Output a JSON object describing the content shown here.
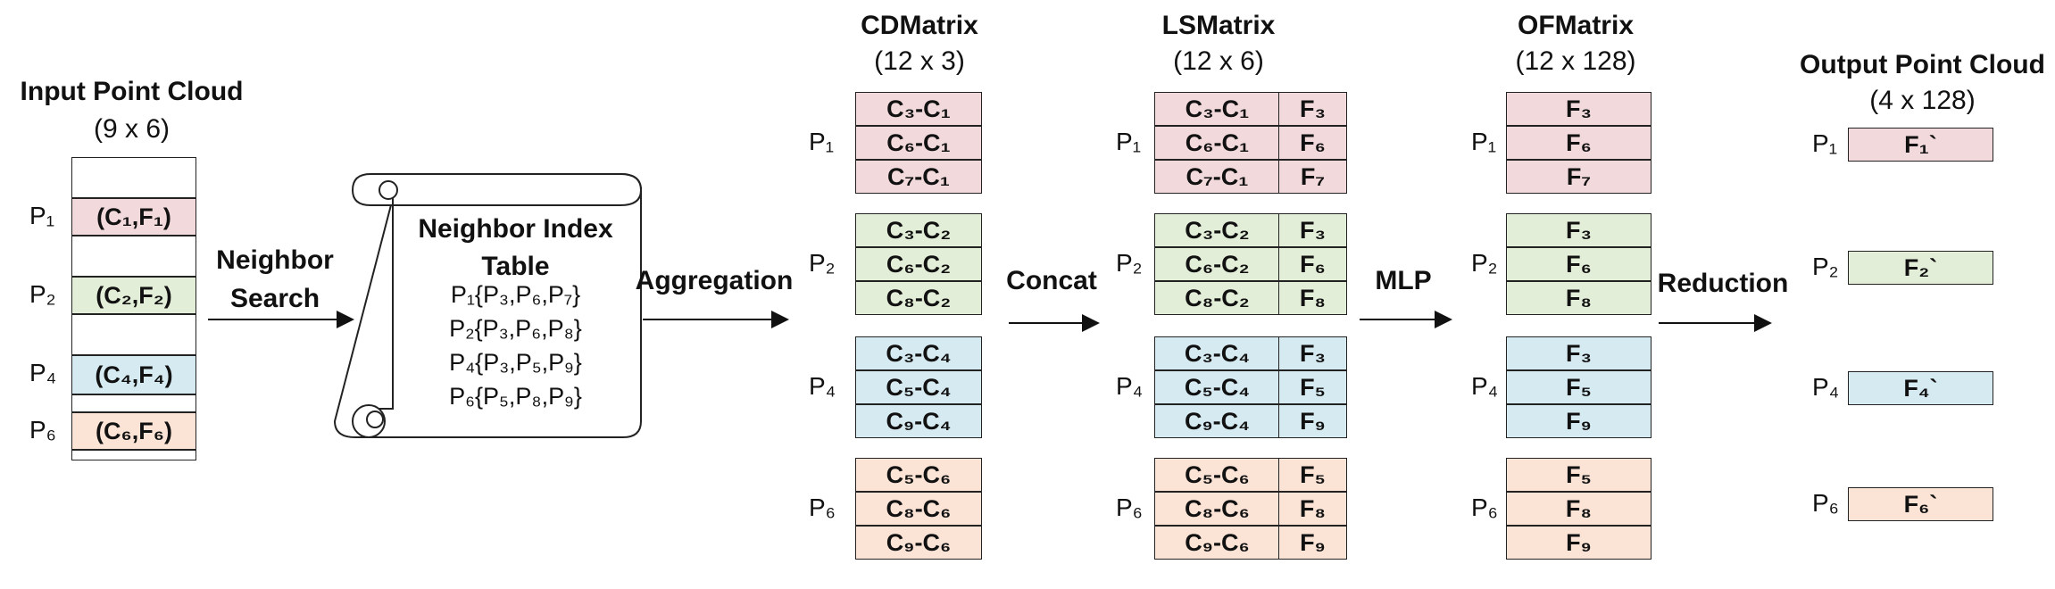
{
  "colors": {
    "p1": "#f2d9dc",
    "p2": "#e3eed8",
    "p4": "#d6eaf1",
    "p6": "#fbe3d6"
  },
  "input": {
    "title": "Input Point Cloud",
    "dims": "(9 x 6)",
    "rows": [
      {
        "point": "P₁",
        "cell": "(C₁,F₁)"
      },
      {
        "point": "P₂",
        "cell": "(C₂,F₂)"
      },
      {
        "point": "P₄",
        "cell": "(C₄,F₄)"
      },
      {
        "point": "P₆",
        "cell": "(C₆,F₆)"
      }
    ]
  },
  "ops": {
    "neighbor_search_1": "Neighbor",
    "neighbor_search_2": "Search",
    "aggregation": "Aggregation",
    "concat": "Concat",
    "mlp": "MLP",
    "reduction": "Reduction"
  },
  "scroll": {
    "title_1": "Neighbor Index",
    "title_2": "Table",
    "lines": [
      "P₁{P₃,P₆,P₇}",
      "P₂{P₃,P₆,P₈}",
      "P₄{P₃,P₅,P₉}",
      "P₆{P₅,P₈,P₉}"
    ]
  },
  "cd": {
    "title": "CDMatrix",
    "dims": "(12 x 3)",
    "groups": [
      {
        "point": "P₁",
        "rows": [
          "C₃-C₁",
          "C₆-C₁",
          "C₇-C₁"
        ]
      },
      {
        "point": "P₂",
        "rows": [
          "C₃-C₂",
          "C₆-C₂",
          "C₈-C₂"
        ]
      },
      {
        "point": "P₄",
        "rows": [
          "C₃-C₄",
          "C₅-C₄",
          "C₉-C₄"
        ]
      },
      {
        "point": "P₆",
        "rows": [
          "C₅-C₆",
          "C₈-C₆",
          "C₉-C₆"
        ]
      }
    ]
  },
  "ls": {
    "title": "LSMatrix",
    "dims": "(12 x 6)",
    "groups": [
      {
        "point": "P₁",
        "rows": [
          [
            "C₃-C₁",
            "F₃"
          ],
          [
            "C₆-C₁",
            "F₆"
          ],
          [
            "C₇-C₁",
            "F₇"
          ]
        ]
      },
      {
        "point": "P₂",
        "rows": [
          [
            "C₃-C₂",
            "F₃"
          ],
          [
            "C₆-C₂",
            "F₆"
          ],
          [
            "C₈-C₂",
            "F₈"
          ]
        ]
      },
      {
        "point": "P₄",
        "rows": [
          [
            "C₃-C₄",
            "F₃"
          ],
          [
            "C₅-C₄",
            "F₅"
          ],
          [
            "C₉-C₄",
            "F₉"
          ]
        ]
      },
      {
        "point": "P₆",
        "rows": [
          [
            "C₅-C₆",
            "F₅"
          ],
          [
            "C₈-C₆",
            "F₈"
          ],
          [
            "C₉-C₆",
            "F₉"
          ]
        ]
      }
    ]
  },
  "of": {
    "title": "OFMatrix",
    "dims": "(12 x 128)",
    "groups": [
      {
        "point": "P₁",
        "rows": [
          "F₃",
          "F₆",
          "F₇"
        ]
      },
      {
        "point": "P₂",
        "rows": [
          "F₃",
          "F₆",
          "F₈"
        ]
      },
      {
        "point": "P₄",
        "rows": [
          "F₃",
          "F₅",
          "F₉"
        ]
      },
      {
        "point": "P₆",
        "rows": [
          "F₅",
          "F₈",
          "F₉"
        ]
      }
    ]
  },
  "output": {
    "title": "Output Point Cloud",
    "dims": "(4 x 128)",
    "rows": [
      {
        "point": "P₁",
        "cell": "F₁`"
      },
      {
        "point": "P₂",
        "cell": "F₂`"
      },
      {
        "point": "P₄",
        "cell": "F₄`"
      },
      {
        "point": "P₆",
        "cell": "F₆`"
      }
    ]
  }
}
